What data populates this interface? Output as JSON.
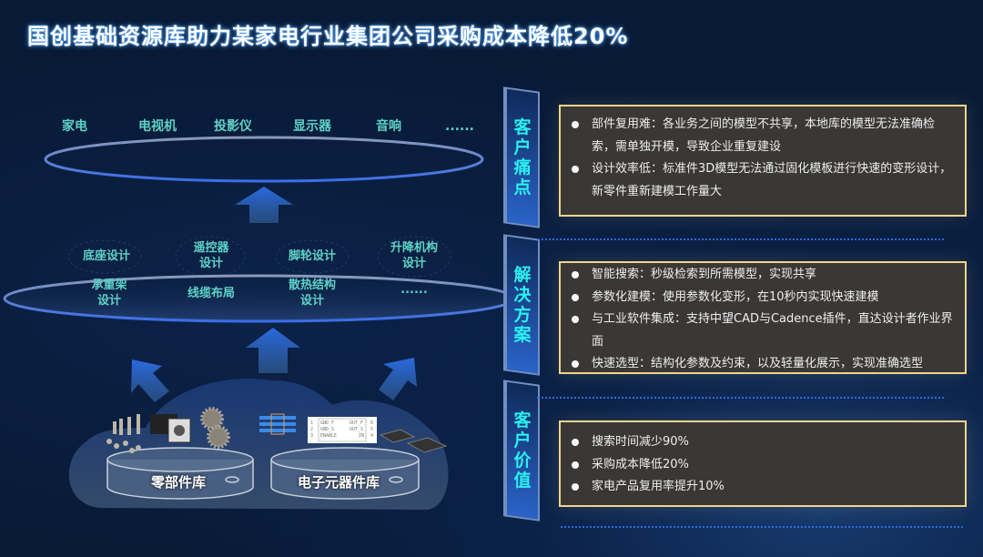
{
  "title": "国创基础资源库助力某家电行业集团公司采购成本降低20%",
  "products": [
    "家电",
    "电视机",
    "投影仪",
    "显示器",
    "音响",
    "......"
  ],
  "design_modules": {
    "row1": [
      "底座设计",
      "遥控器\n设计",
      "脚轮设计",
      "升降机构\n设计"
    ],
    "row2": [
      "承重架\n设计",
      "线缆布局",
      "散热结构\n设计",
      "......"
    ]
  },
  "libraries": [
    "零部件库",
    "电子元器件库"
  ],
  "chip": {
    "left_pins": [
      "1",
      "2",
      "3"
    ],
    "left_labels": [
      "GND_F",
      "GND_S",
      "ENABLE"
    ],
    "right_pins": [
      "6",
      "5",
      "4"
    ],
    "right_labels": [
      "OUT_F",
      "OUT_S",
      "IN"
    ]
  },
  "sections": [
    {
      "tab": "客户痛点",
      "items": [
        "部件复用难：各业务之间的模型不共享，本地库的模型无法准确检索，需单独开模，导致企业重复建设",
        "设计效率低：标准件3D模型无法通过固化模板进行快速的变形设计，新零件重新建模工作量大"
      ]
    },
    {
      "tab": "解决方案",
      "items": [
        "智能搜索：秒级检索到所需模型，实现共享",
        "参数化建模：使用参数化变形，在10秒内实现快速建模",
        "与工业软件集成：支持中望CAD与Cadence插件，直达设计者作业界面",
        "快速选型：结构化参数及约束，以及轻量化展示，实现准确选型"
      ]
    },
    {
      "tab": "客户价值",
      "items": [
        "搜索时间减少90%",
        "采购成本降低20%",
        "家电产品复用率提升10%"
      ]
    }
  ],
  "colors": {
    "accent": "#5fd2c8",
    "tab_text": "#2af0f0",
    "box_border": "#f2d48a",
    "background": "#081a36"
  }
}
